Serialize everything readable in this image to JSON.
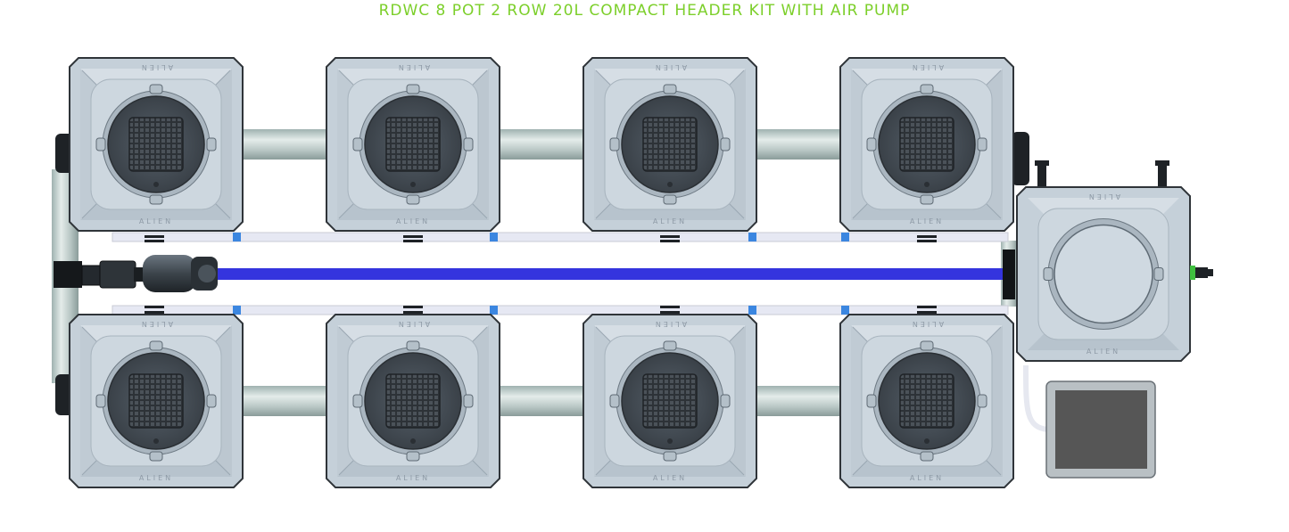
{
  "title": "RDWC 8 POT 2 ROW 20L COMPACT HEADER KIT WITH AIR PUMP",
  "brand_label": "ALIEN",
  "colors": {
    "title": "#7ccf2a",
    "pot_body": "#c9d3dc",
    "pot_edge": "#3a3f44",
    "basket": "#4a5056",
    "pipe": "#b8c4c4",
    "air_line": "#3a3ae0",
    "feed_line": "#e8eaf4",
    "connector": "#3b86e0",
    "air_pump": "#5a5a5a"
  },
  "components": {
    "pots": [
      "pot-top-1",
      "pot-top-2",
      "pot-top-3",
      "pot-top-4",
      "pot-bottom-1",
      "pot-bottom-2",
      "pot-bottom-3",
      "pot-bottom-4"
    ],
    "header_tank": "header-tank",
    "air_pump": "air-pump"
  }
}
